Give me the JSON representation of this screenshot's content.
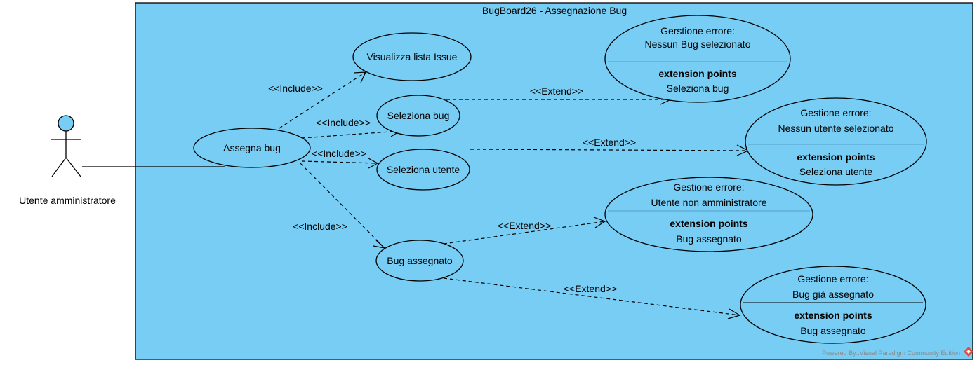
{
  "system": {
    "title": "BugBoard26 - Assegnazione Bug"
  },
  "actor": {
    "label": "Utente amministratore"
  },
  "use_cases": {
    "visualizza": "Visualizza lista Issue",
    "seleziona_bug": "Seleziona bug",
    "assegna_bug": "Assegna bug",
    "seleziona_utente": "Seleziona utente",
    "bug_assegnato": "Bug assegnato"
  },
  "error_cases": [
    {
      "line1": "Gerstione errore:",
      "line2": "Nessun Bug selezionato",
      "ext_header": "extension points",
      "ext_point": "Seleziona bug"
    },
    {
      "line1": "Gestione errore:",
      "line2": "Nessun utente selezionato",
      "ext_header": "extension points",
      "ext_point": "Seleziona utente"
    },
    {
      "line1": "Gestione errore:",
      "line2": "Utente non amministratore",
      "ext_header": "extension points",
      "ext_point": "Bug assegnato"
    },
    {
      "line1": "Gestione errore:",
      "line2": "Bug già assegnato",
      "ext_header": "extension points",
      "ext_point": "Bug assegnato"
    }
  ],
  "relations": {
    "include": "<<Include>>",
    "extend": "<<Extend>>"
  },
  "footer": {
    "powered_by": "Powered By::Visual Paradigm Community Edition"
  },
  "colors": {
    "system_fill": "#78cdf4",
    "use_case_fill": "#78cdf4",
    "actor_head": "#78cdf4"
  }
}
